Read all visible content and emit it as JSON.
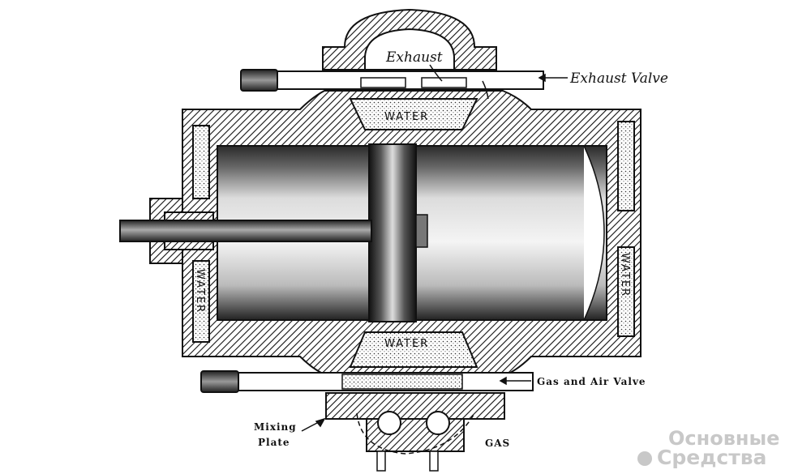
{
  "labels": {
    "exhaust": "Exhaust",
    "exhaust_valve": "Exhaust Valve",
    "water_top": "WATER",
    "water_bottom": "WATER",
    "water_left": "WATER",
    "water_right": "WATER",
    "gas_air_valve": "Gas and Air Valve",
    "mixing_plate_line1": "Mixing",
    "mixing_plate_line2": "Plate",
    "gas": "GAS"
  },
  "watermark": {
    "line1": "Основные",
    "line2": "Средства"
  }
}
